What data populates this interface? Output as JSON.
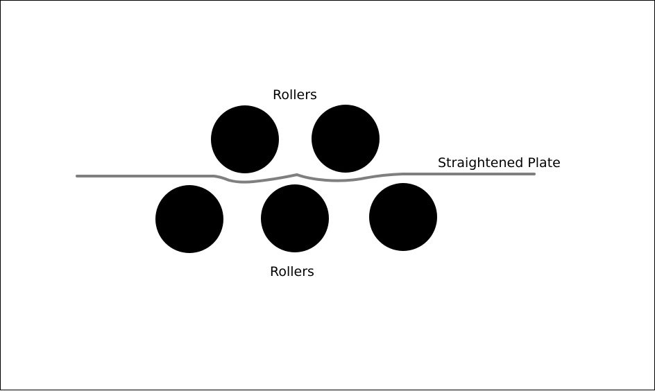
{
  "labels": {
    "top_rollers": "Rollers",
    "bottom_rollers": "Rollers",
    "plate": "Straightened Plate"
  },
  "colors": {
    "roller_fill": "#000000",
    "plate_stroke": "#7f7f7f",
    "frame": "#000000",
    "background": "#ffffff"
  }
}
